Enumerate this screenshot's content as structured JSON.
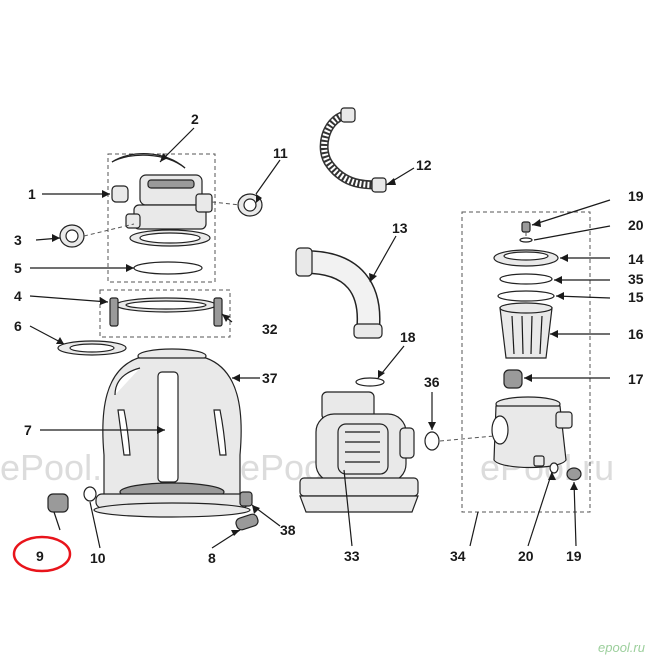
{
  "labels": {
    "l1": "1",
    "l2": "2",
    "l3": "3",
    "l4": "4",
    "l5": "5",
    "l6": "6",
    "l7": "7",
    "l8": "8",
    "l9": "9",
    "l10": "10",
    "l11": "11",
    "l12": "12",
    "l13": "13",
    "l14": "14",
    "l15": "15",
    "l16": "16",
    "l17": "17",
    "l18": "18",
    "l19a": "19",
    "l19b": "19",
    "l20a": "20",
    "l20b": "20",
    "l32": "32",
    "l33": "33",
    "l34": "34",
    "l35": "35",
    "l36": "36",
    "l37": "37",
    "l38": "38"
  },
  "watermarks": {
    "w1": "ePool.ru",
    "w2": "ePool.ru",
    "w3": "ePool.ru",
    "corner": "epool.ru"
  },
  "colors": {
    "highlight_circle": "#e8141b"
  }
}
